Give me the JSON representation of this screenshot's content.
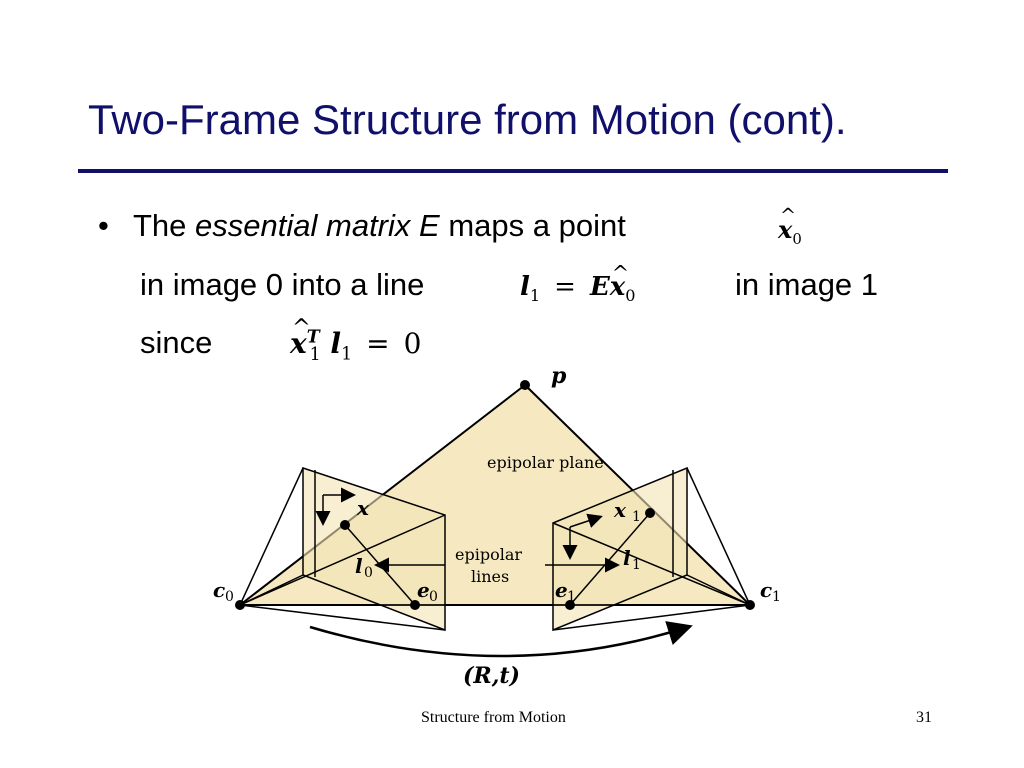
{
  "slide": {
    "title": "Two-Frame Structure from Motion (cont).",
    "bullet": {
      "lead": "The",
      "term": "essential matrix E",
      "after_term": "maps a point",
      "line2_start": "in image 0 into a line",
      "line2_end": "in image 1",
      "line3": "since"
    },
    "footer": {
      "left": "Structure from Motion",
      "page": "31"
    }
  },
  "figure": {
    "labels": {
      "p": "p",
      "plane": "epipolar plane",
      "epi1": "epipolar",
      "epi2": "lines",
      "x0": "x",
      "x1": "x",
      "l0": "l",
      "l1": "l",
      "e0": "e",
      "e1": "e",
      "c0": "c",
      "c1": "c",
      "motion": "(R,t)",
      "zero": "0",
      "one": "1"
    },
    "colors": {
      "plane": "#f6e9c2",
      "ink": "#000000",
      "title": "#10106b"
    }
  }
}
